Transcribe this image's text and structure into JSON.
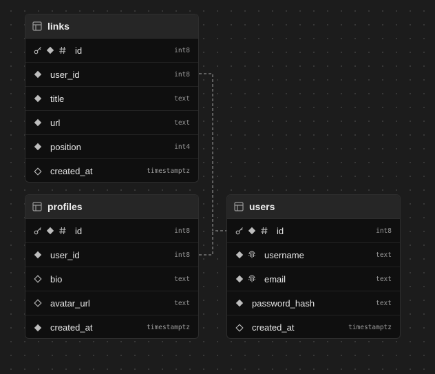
{
  "tables": {
    "links": {
      "title": "links",
      "rows": [
        {
          "name": "id",
          "type": "int8"
        },
        {
          "name": "user_id",
          "type": "int8"
        },
        {
          "name": "title",
          "type": "text"
        },
        {
          "name": "url",
          "type": "text"
        },
        {
          "name": "position",
          "type": "int4"
        },
        {
          "name": "created_at",
          "type": "timestamptz"
        }
      ]
    },
    "profiles": {
      "title": "profiles",
      "rows": [
        {
          "name": "id",
          "type": "int8"
        },
        {
          "name": "user_id",
          "type": "int8"
        },
        {
          "name": "bio",
          "type": "text"
        },
        {
          "name": "avatar_url",
          "type": "text"
        },
        {
          "name": "created_at",
          "type": "timestamptz"
        }
      ]
    },
    "users": {
      "title": "users",
      "rows": [
        {
          "name": "id",
          "type": "int8"
        },
        {
          "name": "username",
          "type": "text"
        },
        {
          "name": "email",
          "type": "text"
        },
        {
          "name": "password_hash",
          "type": "text"
        },
        {
          "name": "created_at",
          "type": "timestamptz"
        }
      ]
    }
  },
  "colors": {
    "background": "#1c1c1c",
    "card": "#0f0f0f",
    "header": "#262626",
    "connector": "#8a8a8a"
  }
}
